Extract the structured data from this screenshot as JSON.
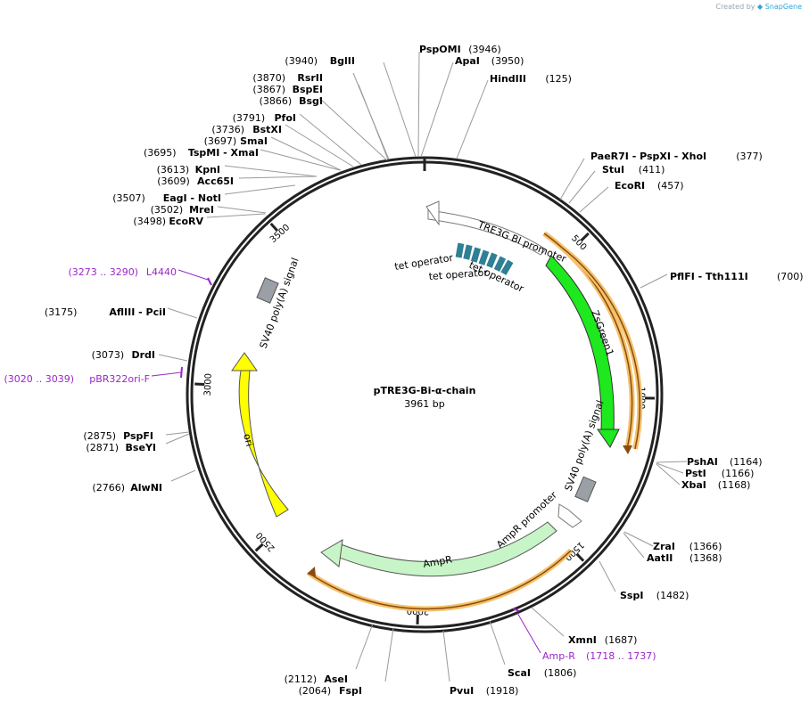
{
  "watermark": {
    "prefix": "Created by",
    "brand": "SnapGene"
  },
  "plasmid": {
    "name": "pTRE3G-Bi-α-chain",
    "size_label": "3961 bp",
    "length": 3961
  },
  "ticks": [
    {
      "pos": 500,
      "label": "500"
    },
    {
      "pos": 1000,
      "label": "1000"
    },
    {
      "pos": 1500,
      "label": "1500"
    },
    {
      "pos": 2000,
      "label": "2000"
    },
    {
      "pos": 2500,
      "label": "2500"
    },
    {
      "pos": 3000,
      "label": "3000"
    },
    {
      "pos": 3500,
      "label": "3500"
    }
  ],
  "sites": [
    {
      "name": "PspOMI",
      "pos": "(3946)"
    },
    {
      "name": "ApaI",
      "pos": "(3950)"
    },
    {
      "name": "BglII",
      "pos": "(3940)"
    },
    {
      "name": "HindIII",
      "pos": "(125)"
    },
    {
      "name": "RsrII",
      "pos": "(3870)"
    },
    {
      "name": "BspEI",
      "pos": "(3867)"
    },
    {
      "name": "BsgI",
      "pos": "(3866)"
    },
    {
      "name": "PfoI",
      "pos": "(3791)"
    },
    {
      "name": "BstXI",
      "pos": "(3736)"
    },
    {
      "name": "SmaI",
      "pos": "(3697)"
    },
    {
      "name": "TspMI - XmaI",
      "pos": "(3695)"
    },
    {
      "name": "KpnI",
      "pos": "(3613)"
    },
    {
      "name": "Acc65I",
      "pos": "(3609)"
    },
    {
      "name": "EagI - NotI",
      "pos": "(3507)"
    },
    {
      "name": "MreI",
      "pos": "(3502)"
    },
    {
      "name": "EcoRV",
      "pos": "(3498)"
    },
    {
      "name": "PaeR7I - PspXI - XhoI",
      "pos": "(377)"
    },
    {
      "name": "StuI",
      "pos": "(411)"
    },
    {
      "name": "EcoRI",
      "pos": "(457)"
    },
    {
      "name": "PflFI - Tth111I",
      "pos": "(700)"
    },
    {
      "name": "PshAI",
      "pos": "(1164)"
    },
    {
      "name": "PstI",
      "pos": "(1166)"
    },
    {
      "name": "XbaI",
      "pos": "(1168)"
    },
    {
      "name": "ZraI",
      "pos": "(1366)"
    },
    {
      "name": "AatII",
      "pos": "(1368)"
    },
    {
      "name": "SspI",
      "pos": "(1482)"
    },
    {
      "name": "XmnI",
      "pos": "(1687)"
    },
    {
      "name": "ScaI",
      "pos": "(1806)"
    },
    {
      "name": "PvuI",
      "pos": "(1918)"
    },
    {
      "name": "FspI",
      "pos": "(2064)"
    },
    {
      "name": "AseI",
      "pos": "(2112)"
    },
    {
      "name": "AlwNI",
      "pos": "(2766)"
    },
    {
      "name": "PspFI",
      "pos": "(2875)"
    },
    {
      "name": "BseYI",
      "pos": "(2871)"
    },
    {
      "name": "DrdI",
      "pos": "(3073)"
    },
    {
      "name": "AflIII - PciI",
      "pos": "(3175)"
    }
  ],
  "primers": [
    {
      "name": "L4440",
      "range": "(3273 .. 3290)"
    },
    {
      "name": "pBR322ori-F",
      "range": "(3020 .. 3039)"
    },
    {
      "name": "Amp-R",
      "range": "(1718 .. 1737)"
    }
  ],
  "features": [
    {
      "name": "TRE3G BI promoter",
      "color": "#ffffff"
    },
    {
      "name": "tet operator",
      "color": "#2f7f95"
    },
    {
      "name": "tet operator",
      "color": "#2f7f95"
    },
    {
      "name": "tet operator",
      "color": "#2f7f95"
    },
    {
      "name": "ZsGreen1",
      "color": "#1ee81e"
    },
    {
      "name": "SV40 poly(A) signal",
      "color": "#9aa0a6"
    },
    {
      "name": "AmpR promoter",
      "color": "#ffffff"
    },
    {
      "name": "AmpR",
      "color": "#c7f5c7"
    },
    {
      "name": "ori",
      "color": "#ffff00"
    },
    {
      "name": "SV40 poly(A) signal",
      "color": "#9aa0a6"
    }
  ],
  "colors": {
    "backbone": "#222222",
    "orf": "#f5c26b",
    "orf_core": "#8a4b12",
    "primer": "#9b26c9"
  }
}
